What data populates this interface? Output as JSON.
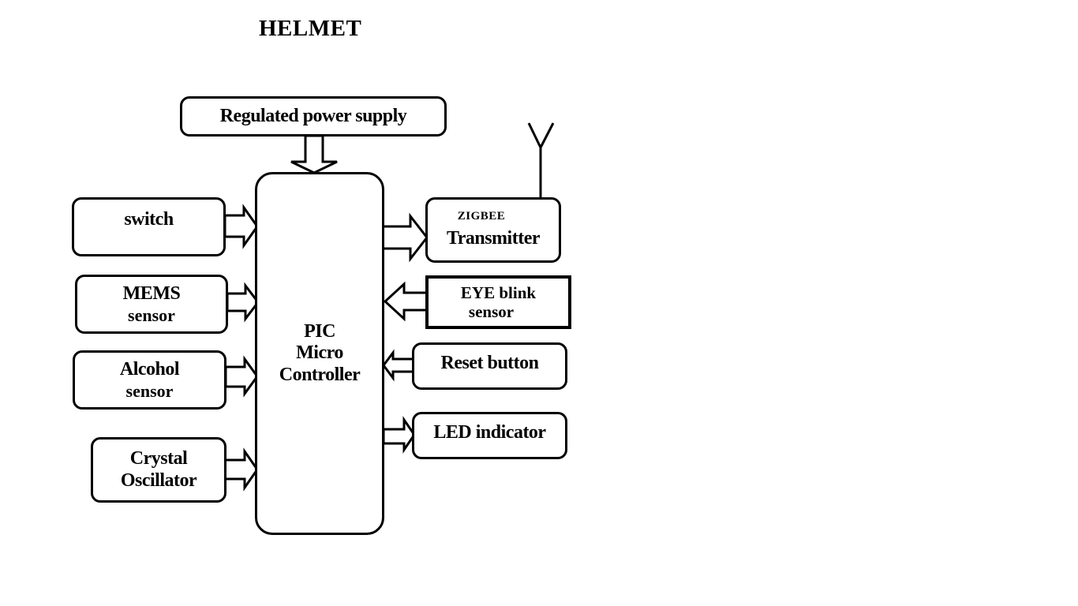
{
  "diagram": {
    "title": "HELMET",
    "power_supply": "Regulated power supply",
    "controller": [
      "PIC",
      "Micro",
      "Controller"
    ],
    "inputs_left": [
      {
        "id": "switch",
        "lines": [
          "switch"
        ]
      },
      {
        "id": "mems",
        "lines": [
          "MEMS",
          "sensor"
        ]
      },
      {
        "id": "alcohol",
        "lines": [
          "Alcohol",
          "sensor"
        ]
      },
      {
        "id": "crystal",
        "lines": [
          "Crystal",
          "Oscillator"
        ]
      }
    ],
    "transmitter": {
      "top": "ZIGBEE",
      "main": "Transmitter"
    },
    "eye_blink": [
      "EYE blink",
      "sensor"
    ],
    "reset_button": "Reset button",
    "led_indicator": "LED indicator",
    "antenna_icon": "antenna-icon"
  }
}
